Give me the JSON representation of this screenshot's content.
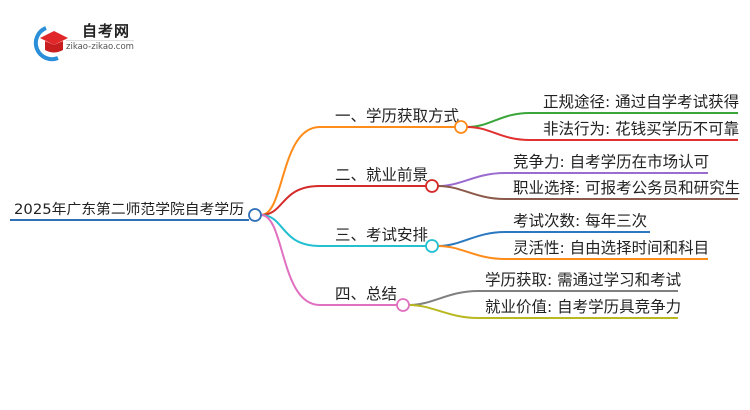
{
  "logo": {
    "title": "自考网",
    "url": "zikao-zikao.com"
  },
  "root": {
    "label": "2025年广东第二师范学院自考学历",
    "color": "#2e6fb5"
  },
  "branches": [
    {
      "label": "一、学历获取方式",
      "color": "#ff8c1a",
      "children": [
        {
          "label": "正规途径: 通过自学考试获得",
          "color": "#3aa63a"
        },
        {
          "label": "非法行为: 花钱买学历不可靠",
          "color": "#e03030"
        }
      ]
    },
    {
      "label": "二、就业前景",
      "color": "#d42a2a",
      "children": [
        {
          "label": "竞争力: 自考学历在市场认可",
          "color": "#9b6bd0"
        },
        {
          "label": "职业选择: 可报考公务员和研究生",
          "color": "#8b5a4a"
        }
      ]
    },
    {
      "label": "三、考试安排",
      "color": "#22c0d0",
      "children": [
        {
          "label": "考试次数: 每年三次",
          "color": "#2a78c0"
        },
        {
          "label": "灵活性: 自由选择时间和科目",
          "color": "#ff8c1a"
        }
      ]
    },
    {
      "label": "四、总结",
      "color": "#e070c0",
      "children": [
        {
          "label": "学历获取: 需通过学习和考试",
          "color": "#808080"
        },
        {
          "label": "就业价值: 自考学历具竞争力",
          "color": "#b8b820"
        }
      ]
    }
  ]
}
